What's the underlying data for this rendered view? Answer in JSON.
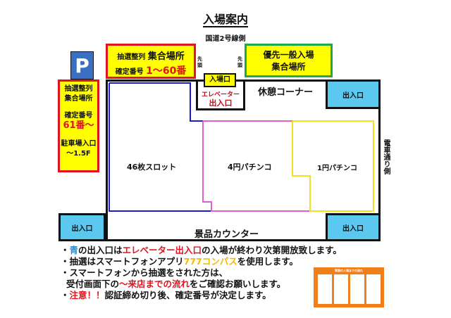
{
  "title": "入場案内",
  "road_top": "国道2号線側",
  "road_right": "電車通り側",
  "parking": "P",
  "lottery_box": {
    "line1a": "抽選整列",
    "line1b": "集合場所",
    "line2a": "確定番号",
    "line2b": "1～60番"
  },
  "left_box": {
    "l1": "抽選整列",
    "l2": "集合場所",
    "l3": "確定番号",
    "l4": "61番～",
    "l5": "駐車場入口",
    "l6": "～1.5F"
  },
  "priority_box": {
    "l1": "優先一般入場",
    "l2": "集合場所"
  },
  "head_label": "先頭",
  "entrance": "入場口",
  "elevator": {
    "l1": "エレベーター",
    "l2": "出入口"
  },
  "rest": "休憩コーナー",
  "exit_label": "出入口",
  "zones": {
    "slot": "46枚スロット",
    "p4": "4円パチンコ",
    "p1": "1円パチンコ"
  },
  "counter": "景品カウンター",
  "notes": {
    "n1": [
      "・",
      "青",
      "の出入口は",
      "エレベーター出入口",
      "の入場が終わり次第開放致します。"
    ],
    "n2": [
      "・抽選はスマートフォンアプリ",
      "777コンパス",
      "を使用します。"
    ],
    "n3": "・スマートフォンから抽選をされた方は、",
    "n4": [
      "受付画面下の",
      "～来店までの流れ",
      "をご確認お願いします。"
    ],
    "n5": [
      "・",
      "注意！！",
      "認証締め切り後、確定番号が決定します。"
    ]
  },
  "flow_image_title": "実際の入場までの流れ",
  "colors": {
    "yellow": "#ffff00",
    "red": "#e0141e",
    "green": "#1fa84a",
    "exit_blue": "#5bc8f0",
    "parking_blue": "#3a6fc4"
  }
}
